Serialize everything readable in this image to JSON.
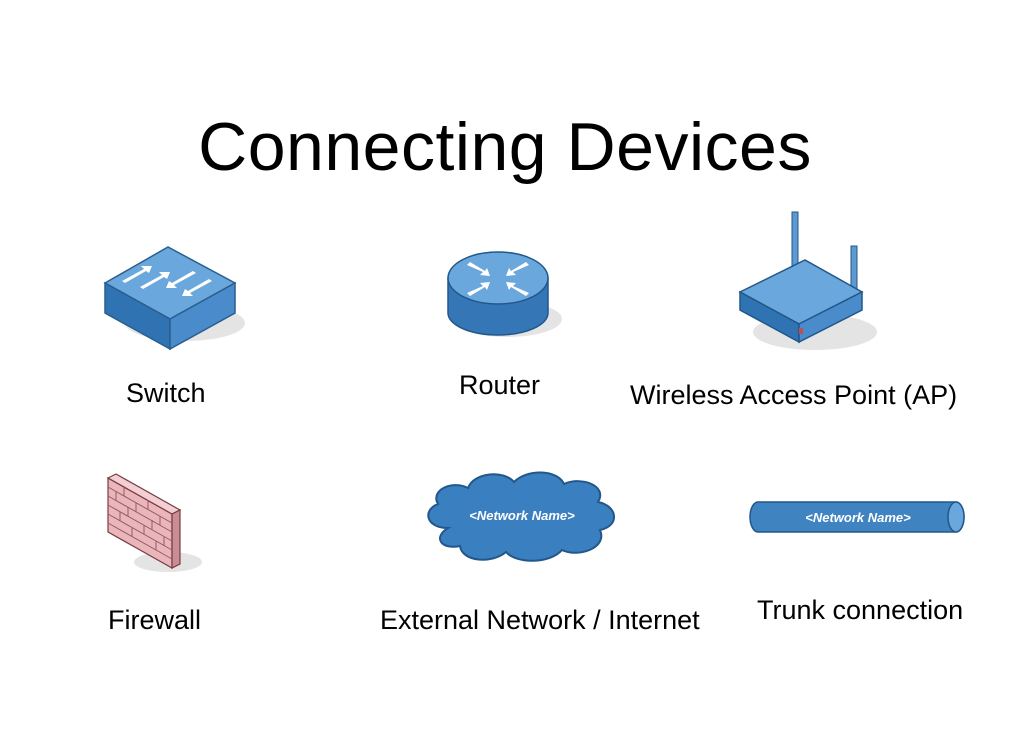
{
  "title": "Connecting Devices",
  "devices": {
    "switch": {
      "label": "Switch",
      "icon": "switch-icon"
    },
    "router": {
      "label": "Router",
      "icon": "router-icon"
    },
    "access_point": {
      "label": "Wireless Access Point (AP)",
      "icon": "access-point-icon"
    },
    "firewall": {
      "label": "Firewall",
      "icon": "firewall-icon"
    },
    "external_network": {
      "label": "External Network / Internet",
      "icon": "cloud-icon",
      "inner_text": "<Network Name>"
    },
    "trunk": {
      "label": "Trunk connection",
      "icon": "trunk-pipe-icon",
      "inner_text": "<Network Name>"
    }
  },
  "colors": {
    "device_blue": "#3f83c0",
    "device_blue_dark": "#1f5f9c",
    "device_top": "#5da0d8",
    "brick": "#e8b4b8",
    "shadow": "#d3d3d3"
  }
}
